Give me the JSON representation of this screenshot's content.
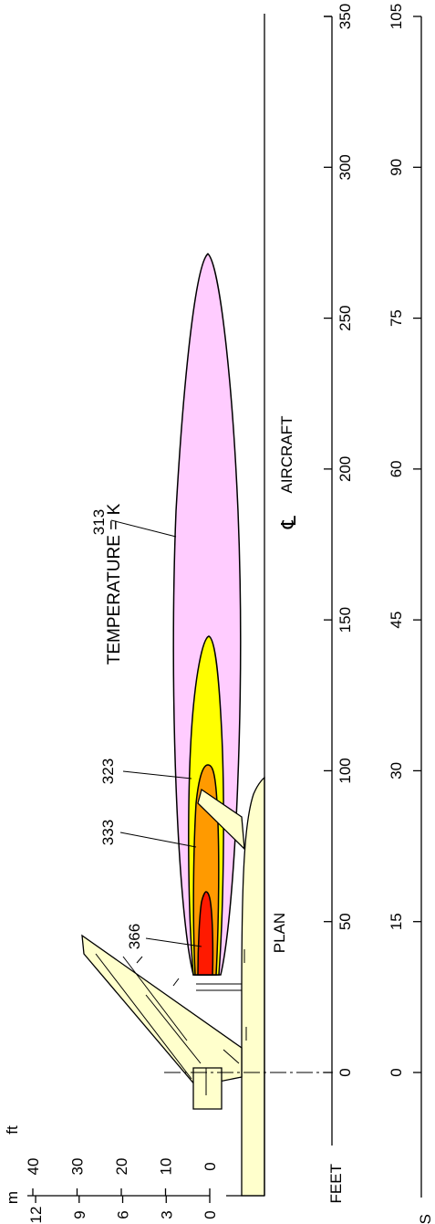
{
  "title": "TEMPERATURE = K",
  "view_label": "PLAN",
  "centerline_label": "AIRCRAFT",
  "centerline_symbol": "℄",
  "contour_labels": [
    "366",
    "333",
    "323",
    "313"
  ],
  "contour_colors": {
    "366": "#ff1a00",
    "333": "#ff9a00",
    "323": "#ffff00",
    "313": "#ffccff"
  },
  "aircraft_fill": "#ffffcc",
  "feet_scale": {
    "label": "FEET",
    "ticks": [
      "0",
      "50",
      "100",
      "150",
      "200",
      "250",
      "300",
      "350"
    ]
  },
  "meters_scale": {
    "label": "METERS",
    "ticks": [
      "0",
      "15",
      "30",
      "45",
      "60",
      "75",
      "90",
      "105"
    ]
  },
  "height_scale": {
    "feet_unit": "ft",
    "meters_unit": "m",
    "feet_ticks": [
      "0",
      "10",
      "20",
      "30",
      "40"
    ],
    "meters_ticks": [
      "0",
      "3",
      "6",
      "9",
      "12"
    ]
  }
}
